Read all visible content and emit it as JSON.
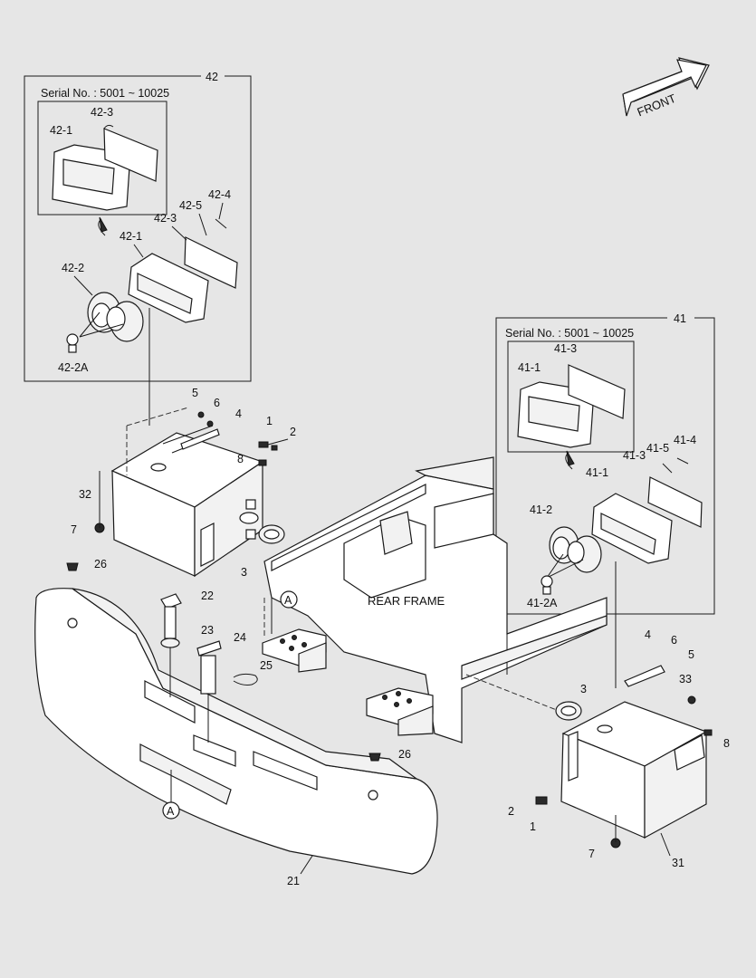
{
  "direction_arrow": {
    "text": "FRONT"
  },
  "frame_label": "REAR FRAME",
  "detail_box_42": {
    "number": "42",
    "serial_note": "Serial No. : 5001 ~ 10025",
    "inset_labels": [
      "42-3",
      "42-1"
    ],
    "labels": [
      "42-4",
      "42-5",
      "42-3",
      "42-1",
      "42-2",
      "42-2A"
    ]
  },
  "detail_box_41": {
    "number": "41",
    "serial_note": "Serial No. : 5001 ~ 10025",
    "inset_labels": [
      "41-3",
      "41-1"
    ],
    "labels": [
      "41-5",
      "41-4",
      "41-3",
      "41-1",
      "41-2",
      "41-2A"
    ]
  },
  "left_box_labels": [
    "5",
    "6",
    "4",
    "1",
    "2",
    "8",
    "32",
    "7",
    "3"
  ],
  "right_box_labels": [
    "4",
    "6",
    "5",
    "33",
    "3",
    "8",
    "2",
    "1",
    "7",
    "31"
  ],
  "counterweight_labels": [
    "26",
    "22",
    "23",
    "24",
    "25",
    "26",
    "21"
  ],
  "reference_marks": [
    "A",
    "A"
  ]
}
